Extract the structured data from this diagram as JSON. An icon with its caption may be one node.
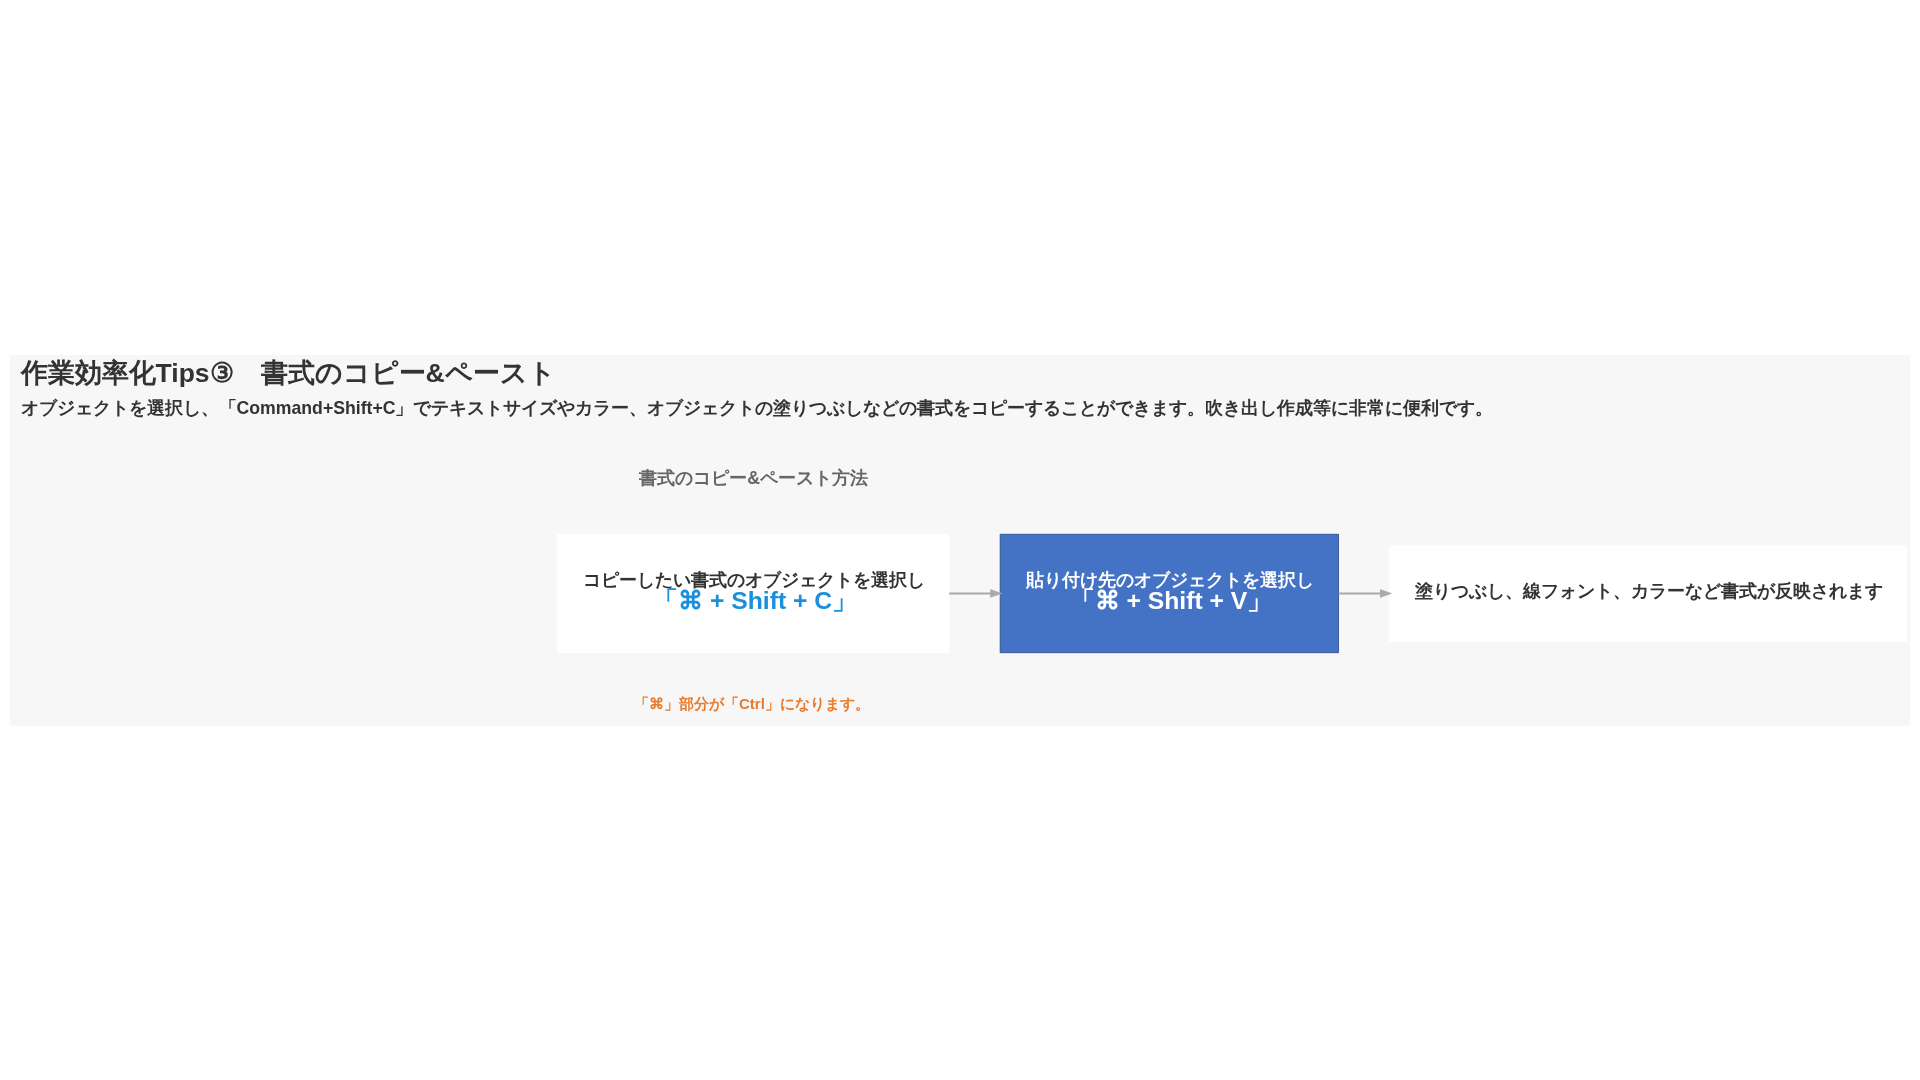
{
  "diagram": {
    "title": "作業効率化Tips③　書式のコピー&ペースト",
    "nodes": [
      {
        "text": [
          "コピーしたい書式のオブジェクトを選択し",
          "「⌘ + Shift + C」"
        ]
      },
      {
        "text": [
          "貼り付け先のオブジェクトを選択し",
          "「⌘ + Shift + V」"
        ]
      },
      {
        "text": [
          "塗りつぶし、線フォント、カラーなど書式が反映されます"
        ]
      }
    ],
    "edges": [
      {
        "from": 0,
        "to": 1,
        "arrow": "to"
      },
      {
        "from": 1,
        "to": 2,
        "arrow": "to"
      }
    ],
    "labels": [
      "オブジェクトを選択し、「Command+Shift+C」でテキストサイズやカラー、オブジェクトの塗りつぶしなどの書式をコピーすることができます。吹き出し作成等に非常に便利です。",
      "書式のコピー&ペースト方法",
      "「⌘」部分が「Ctrl」になります。"
    ]
  }
}
